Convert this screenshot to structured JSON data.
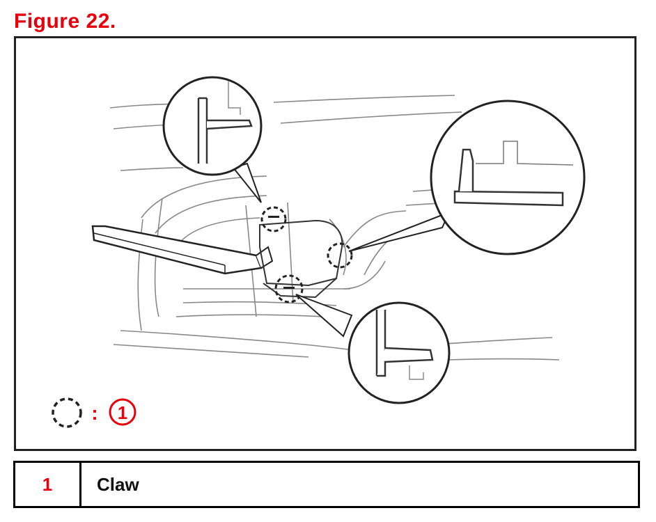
{
  "figure": {
    "title": "Figure 22.",
    "legend_symbol": {
      "icon": "dashed-circle-icon",
      "separator": ":",
      "callout_number": "1"
    }
  },
  "legend_table": {
    "rows": [
      {
        "number": "1",
        "label": "Claw"
      }
    ]
  },
  "colors": {
    "accent_red": "#e8000b",
    "line_gray": "#777777",
    "line_dark": "#222222"
  }
}
